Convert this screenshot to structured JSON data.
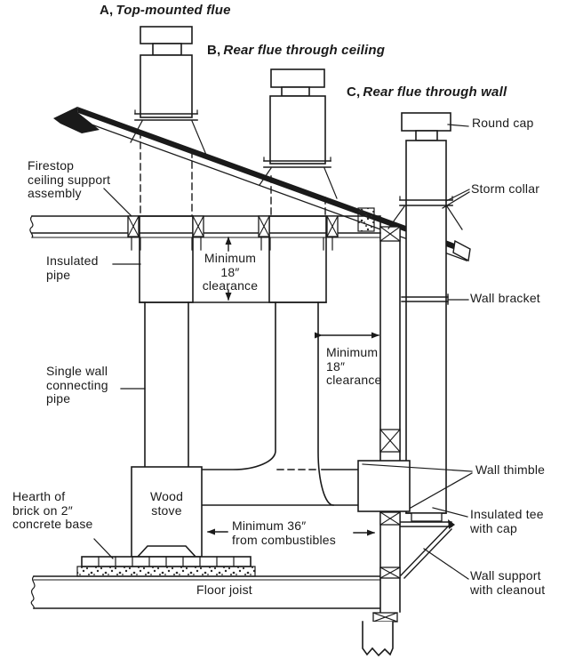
{
  "diagram": {
    "headers": [
      {
        "prefix": "A,",
        "title": "Top-mounted flue"
      },
      {
        "prefix": "B,",
        "title": "Rear flue through ceiling"
      },
      {
        "prefix": "C,",
        "title": "Rear flue through wall"
      }
    ],
    "labels": {
      "round_cap": "Round cap",
      "storm_collar": "Storm collar",
      "firestop": "Firestop\nceiling support\nassembly",
      "insulated_pipe": "Insulated\npipe",
      "min_clearance_ceiling": "Minimum\n18″\nclearance",
      "single_wall": "Single wall\nconnecting\npipe",
      "wall_bracket": "Wall bracket",
      "min_clearance_wall": "Minimum\n18″\nclearance",
      "wood_stove": "Wood\nstove",
      "hearth": "Hearth of\nbrick on 2″\nconcrete base",
      "min_combustibles": "Minimum 36″\nfrom combustibles",
      "floor_joist": "Floor joist",
      "wall_thimble": "Wall thimble",
      "insulated_tee": "Insulated tee\nwith cap",
      "wall_support": "Wall support\nwith cleanout"
    },
    "colors": {
      "ink": "#1a1a1a",
      "paper": "#ffffff"
    }
  }
}
